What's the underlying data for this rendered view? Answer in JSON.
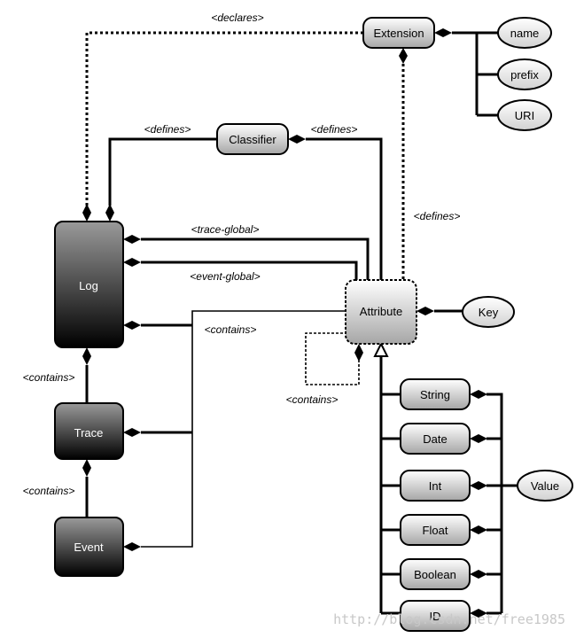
{
  "nodes": {
    "extension": "Extension",
    "name": "name",
    "prefix": "prefix",
    "uri": "URI",
    "classifier": "Classifier",
    "log": "Log",
    "attribute": "Attribute",
    "key": "Key",
    "trace": "Trace",
    "event": "Event",
    "string": "String",
    "date": "Date",
    "int": "Int",
    "value": "Value",
    "float": "Float",
    "boolean": "Boolean",
    "id": "ID"
  },
  "labels": {
    "declares": "<declares>",
    "defines_log": "<defines>",
    "defines_attr": "<defines>",
    "defines_ext": "<defines>",
    "trace_global": "<trace-global>",
    "event_global": "<event-global>",
    "contains_attr": "<contains>",
    "contains_self": "<contains>",
    "contains_trace": "<contains>",
    "contains_event": "<contains>"
  },
  "watermark": "http://blog.csdn.net/free1985"
}
